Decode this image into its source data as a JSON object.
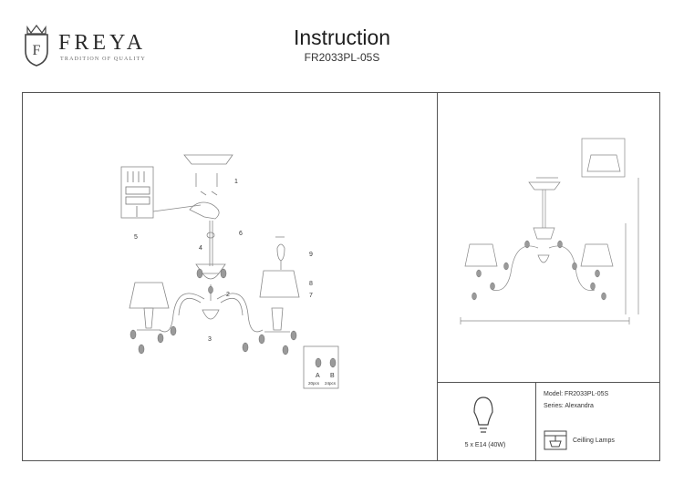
{
  "brand": {
    "name": "FREYA",
    "tagline": "TRADITION OF QUALITY",
    "crest_letter": "F"
  },
  "header": {
    "title": "Instruction",
    "model": "FR2033PL-05S"
  },
  "assembly": {
    "callouts": [
      "1",
      "2",
      "3",
      "4",
      "5",
      "6",
      "7",
      "8",
      "9"
    ],
    "parts": [
      {
        "letter": "A",
        "qty": "20pcs"
      },
      {
        "letter": "B",
        "qty": "24pcs"
      }
    ]
  },
  "info": {
    "model": "Model: FR2033PL-05S",
    "series": "Series: Alexandra",
    "bulb": "5 x E14 (40W)",
    "type": "Ceilling Lamps"
  },
  "colors": {
    "line": "#555555",
    "drawing": "#888888",
    "crystal": "#9a9a9a"
  }
}
